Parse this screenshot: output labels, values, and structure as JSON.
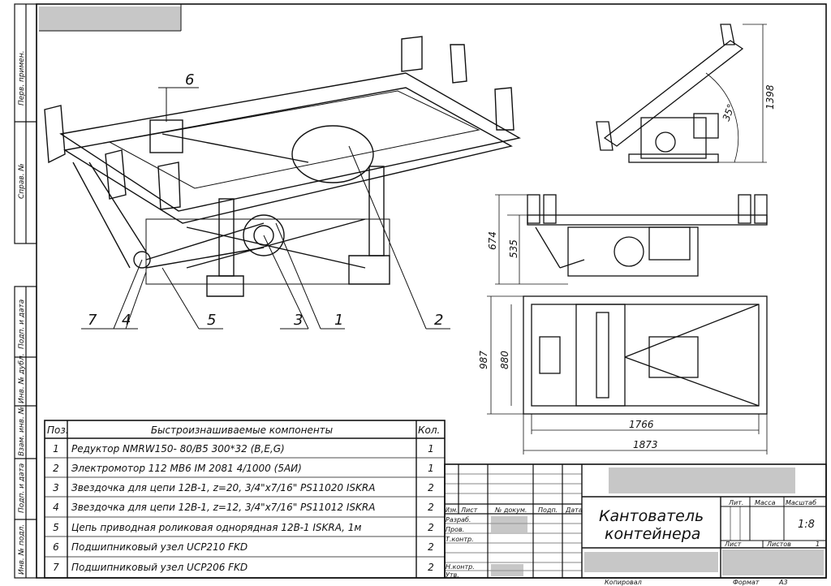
{
  "side_stamp": [
    "Перв. примен.",
    "Справ. №",
    "Подп. и дата",
    "Инв. № дубл.",
    "Взам. инв. №",
    "Подп. и дата",
    "Инв. № подл."
  ],
  "callouts": [
    "1",
    "2",
    "3",
    "4",
    "5",
    "6",
    "7"
  ],
  "dimensions": {
    "height_tilt": "1398",
    "angle": "35°",
    "height_total": "674",
    "height_frame": "535",
    "width_total": "987",
    "width_frame": "880",
    "length_frame": "1766",
    "length_total": "1873"
  },
  "parts_table": {
    "headers": [
      "Поз.",
      "Быстроизнашиваемые компоненты",
      "Кол."
    ],
    "rows": [
      [
        "1",
        "Редуктор NMRW150- 80/B5 300*32 (B,E,G)",
        "1"
      ],
      [
        "2",
        "Электромотор 112 MB6  IM 2081 4/1000 (5АИ)",
        "1"
      ],
      [
        "3",
        "Звездочка для цепи 12B-1, z=20, 3/4\"x7/16\" PS11020 ISKRA",
        "2"
      ],
      [
        "4",
        "Звездочка для цепи 12B-1, z=12, 3/4\"x7/16\" PS11012 ISKRA",
        "2"
      ],
      [
        "5",
        "Цепь приводная роликовая однорядная 12B-1 ISKRA, 1м",
        "2"
      ],
      [
        "6",
        "Подшипниковый узел UCP210 FKD",
        "2"
      ],
      [
        "7",
        "Подшипниковый узел UCP206 FKD",
        "2"
      ]
    ]
  },
  "title_block": {
    "col_headers": [
      "Изм.",
      "Лист",
      "№ докум.",
      "Подп.",
      "Дата"
    ],
    "roles": [
      "Разраб.",
      "Пров.",
      "Т.контр.",
      "Н.контр.",
      "Утв."
    ],
    "title_line1": "Кантователь",
    "title_line2": "контейнера",
    "lit_label": "Лит.",
    "mass_label": "Масса",
    "scale_label": "Масштаб",
    "scale_value": "1:8",
    "sheet_label": "Лист",
    "sheets_label": "Листов",
    "sheets_value": "1",
    "copied_label": "Копировал",
    "format_label": "Формат",
    "format_value": "A3"
  }
}
